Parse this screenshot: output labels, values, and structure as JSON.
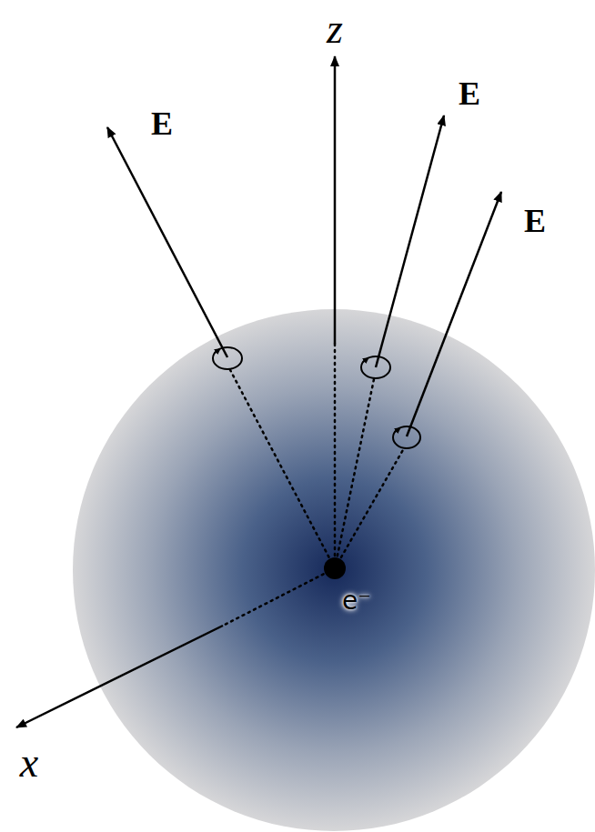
{
  "diagram": {
    "labels": [
      "z",
      "E",
      "E",
      "E",
      "e⁻",
      "x"
    ]
  }
}
